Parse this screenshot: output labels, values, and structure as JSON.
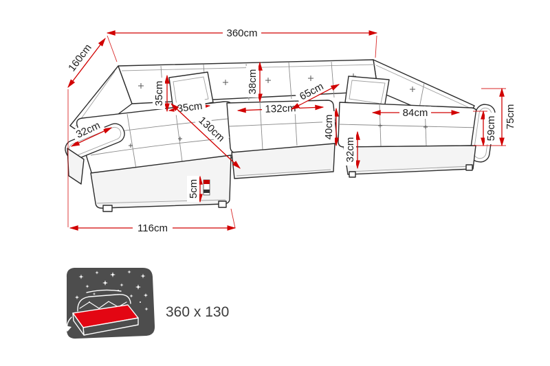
{
  "diagram": {
    "dimensions": {
      "total_width": "360cm",
      "left_return_depth": "160cm",
      "pillow_height": "35cm",
      "pillow_width": "35cm",
      "backrest_cushion_height": "38cm",
      "left_chaise_length": "130cm",
      "middle_seat_width": "132cm",
      "right_seat_depth": "65cm",
      "seat_front_height": "40cm",
      "right_seat_width": "84cm",
      "left_armrest_width": "32cm",
      "right_armrest_width": "32cm",
      "total_height": "75cm",
      "seat_height": "59cm",
      "left_return_width": "116cm",
      "detail_height": "5cm"
    },
    "sleeping_area": {
      "label": "360 x 130",
      "icon": "sofa-bed-icon"
    },
    "colors": {
      "dimension_line": "#d10000",
      "outline": "#2b2b2b",
      "icon_background": "#4d4d4d",
      "icon_mattress": "#e30613"
    }
  }
}
